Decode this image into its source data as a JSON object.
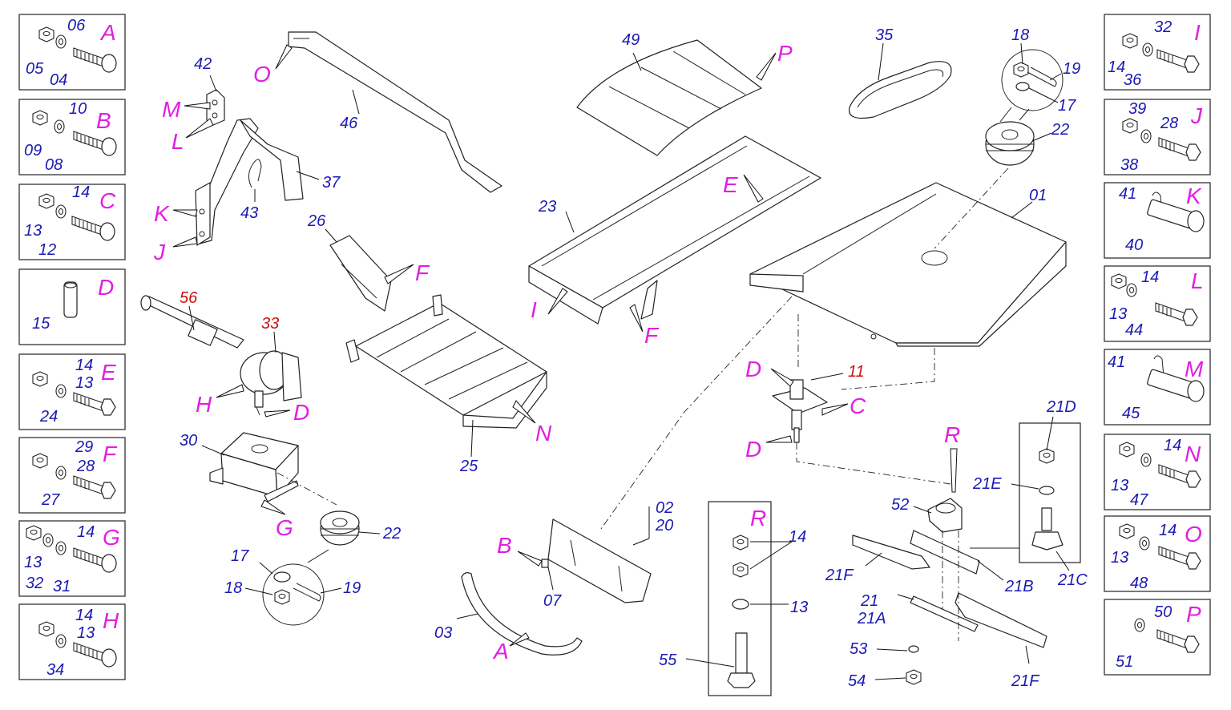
{
  "colors": {
    "part_number": "#1a1ab3",
    "highlight_number": "#cc1111",
    "reference_letter": "#e020e0",
    "outline": "#222222"
  },
  "left_boxes": {
    "A": {
      "letter": "A",
      "nums": [
        "06",
        "05",
        "04"
      ]
    },
    "B": {
      "letter": "B",
      "nums": [
        "10",
        "09",
        "08"
      ]
    },
    "C": {
      "letter": "C",
      "nums": [
        "14",
        "13",
        "12"
      ]
    },
    "D": {
      "letter": "D",
      "nums": [
        "15"
      ]
    },
    "E": {
      "letter": "E",
      "nums": [
        "14",
        "13",
        "24"
      ]
    },
    "F": {
      "letter": "F",
      "nums": [
        "29",
        "28",
        "27"
      ]
    },
    "G": {
      "letter": "G",
      "nums": [
        "14",
        "13",
        "32",
        "31"
      ]
    },
    "H": {
      "letter": "H",
      "nums": [
        "14",
        "13",
        "34"
      ]
    }
  },
  "right_boxes": {
    "I": {
      "letter": "I",
      "nums": [
        "32",
        "14",
        "36"
      ]
    },
    "J": {
      "letter": "J",
      "nums": [
        "39",
        "28",
        "38"
      ]
    },
    "K": {
      "letter": "K",
      "nums": [
        "41",
        "40"
      ]
    },
    "L": {
      "letter": "L",
      "nums": [
        "14",
        "13",
        "44"
      ]
    },
    "M": {
      "letter": "M",
      "nums": [
        "41",
        "45"
      ]
    },
    "N": {
      "letter": "N",
      "nums": [
        "14",
        "13",
        "47"
      ]
    },
    "O": {
      "letter": "O",
      "nums": [
        "14",
        "13",
        "48"
      ]
    },
    "P": {
      "letter": "P",
      "nums": [
        "50",
        "51"
      ]
    }
  },
  "callouts": {
    "n46": "46",
    "n42": "42",
    "n37": "37",
    "n43": "43",
    "n56": "56",
    "n33": "33",
    "n30": "30",
    "n22a": "22",
    "n17a": "17",
    "n18a": "18",
    "n19a": "19",
    "n49": "49",
    "n23": "23",
    "n26": "26",
    "n25": "25",
    "n35": "35",
    "n18b": "18",
    "n19b": "19",
    "n17b": "17",
    "n22b": "22",
    "n01": "01",
    "n11": "11",
    "n02": "02",
    "n20": "20",
    "n07": "07",
    "n03": "03",
    "n14r": "14",
    "n13r": "13",
    "n55": "55",
    "n52": "52",
    "n21D": "21D",
    "n21E": "21E",
    "n21C": "21C",
    "n21B": "21B",
    "n21F1": "21F",
    "n21": "21",
    "n21A": "21A",
    "n53": "53",
    "n54": "54",
    "n21F2": "21F"
  },
  "letters": {
    "O": "O",
    "M": "M",
    "L": "L",
    "K": "K",
    "J": "J",
    "H": "H",
    "D1": "D",
    "G": "G",
    "P": "P",
    "E": "E",
    "F1": "F",
    "I": "I",
    "F2": "F",
    "N": "N",
    "D2": "D",
    "C": "C",
    "D3": "D",
    "B": "B",
    "A": "A",
    "R1": "R",
    "R2": "R"
  }
}
